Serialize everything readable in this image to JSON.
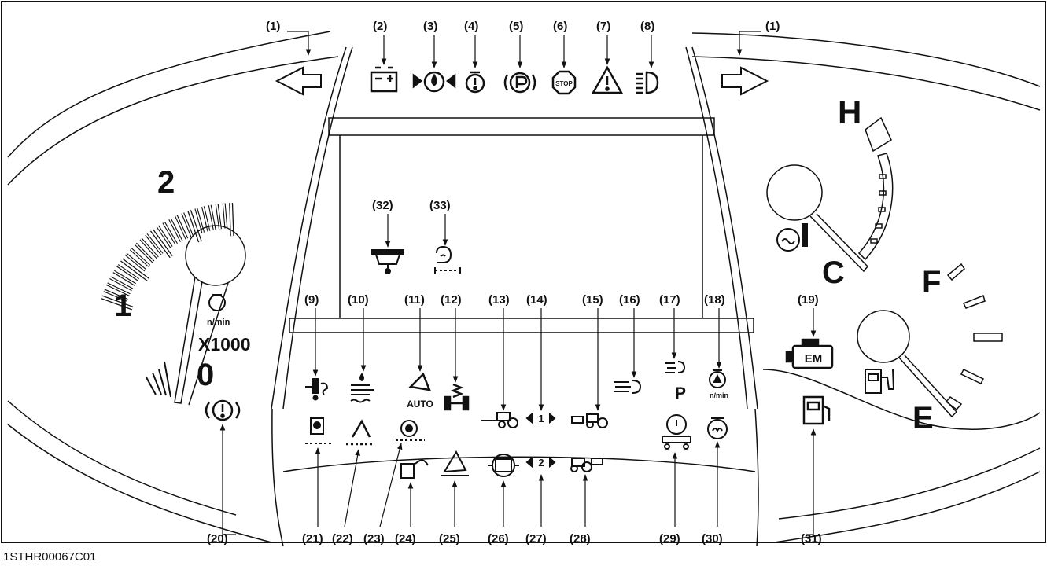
{
  "figure_code": "1STHR00067C01",
  "tachometer": {
    "scale_2": "2",
    "scale_1": "1",
    "scale_0": "0",
    "unit": "n/min",
    "multiplier": "X1000"
  },
  "temperature_gauge": {
    "hot": "H",
    "cold": "C"
  },
  "fuel_gauge": {
    "full": "F",
    "empty": "E"
  },
  "icon_texts": {
    "stop": "STOP",
    "auto": "AUTO",
    "engine_em": "EM",
    "pto_p": "P",
    "rpm_unit": "n/min",
    "mode_1": "1",
    "mode_2": "2"
  },
  "callouts": {
    "c1": "(1)",
    "c2": "(2)",
    "c3": "(3)",
    "c4": "(4)",
    "c5": "(5)",
    "c6": "(6)",
    "c7": "(7)",
    "c8": "(8)",
    "c9": "(9)",
    "c10": "(10)",
    "c11": "(11)",
    "c12": "(12)",
    "c13": "(13)",
    "c14": "(14)",
    "c15": "(15)",
    "c16": "(16)",
    "c17": "(17)",
    "c18": "(18)",
    "c19": "(19)",
    "c20": "(20)",
    "c21": "(21)",
    "c22": "(22)",
    "c23": "(23)",
    "c24": "(24)",
    "c25": "(25)",
    "c26": "(26)",
    "c27": "(27)",
    "c28": "(28)",
    "c29": "(29)",
    "c30": "(30)",
    "c31": "(31)",
    "c32": "(32)",
    "c33": "(33)"
  }
}
